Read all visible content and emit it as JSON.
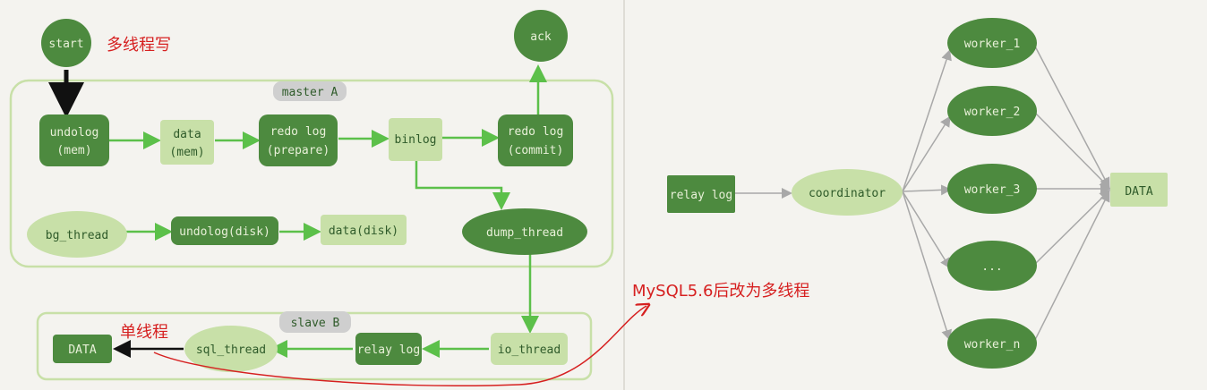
{
  "left": {
    "nodes": {
      "start": "start",
      "ack": "ack",
      "master_label": "master A",
      "undolog_mem_1": "undolog",
      "undolog_mem_2": "(mem)",
      "data_mem_1": "data",
      "data_mem_2": "(mem)",
      "redolog_prepare_1": "redo log",
      "redolog_prepare_2": "(prepare)",
      "binlog": "binlog",
      "redolog_commit_1": "redo log",
      "redolog_commit_2": "(commit)",
      "bg_thread": "bg_thread",
      "undolog_disk": "undolog(disk)",
      "data_disk": "data(disk)",
      "dump_thread": "dump_thread",
      "slave_label": "slave B",
      "data_out": "DATA",
      "sql_thread": "sql_thread",
      "relay_log": "relay log",
      "io_thread": "io_thread"
    },
    "annotations": {
      "multi_thread_write": "多线程写",
      "single_thread": "单线程",
      "mysql56": "MySQL5.6后改为多线程"
    }
  },
  "right": {
    "nodes": {
      "relay_log": "relay log",
      "coordinator": "coordinator",
      "worker_1": "worker_1",
      "worker_2": "worker_2",
      "worker_3": "worker_3",
      "worker_dots": "...",
      "worker_n": "worker_n",
      "data": "DATA"
    }
  },
  "colors": {
    "dark_green": "#4d8a3f",
    "light_green": "#c8e0a8",
    "arrow_green": "#5cc04a",
    "annotation_red": "#d62020",
    "gray_arrow": "#a8a8a8"
  }
}
